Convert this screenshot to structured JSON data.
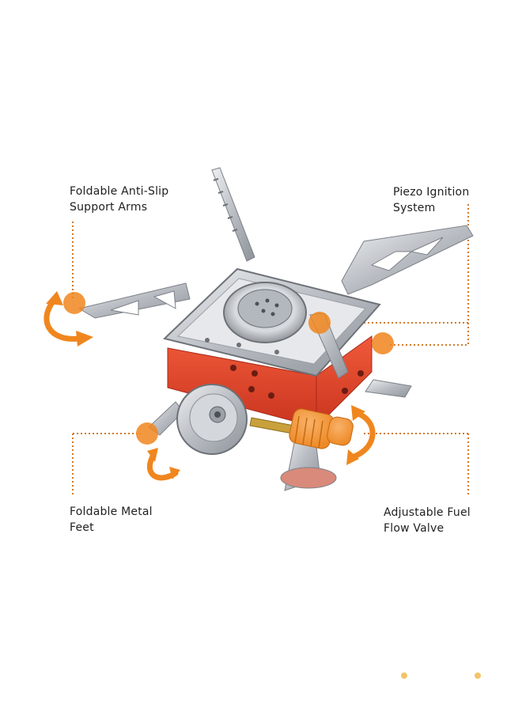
{
  "callouts": {
    "support_arms": {
      "line1": "Foldable Anti-Slip",
      "line2": "Support Arms"
    },
    "piezo": {
      "line1": "Piezo Ignition",
      "line2": "System"
    },
    "feet": {
      "line1": "Foldable Metal",
      "line2": "Feet"
    },
    "valve": {
      "line1": "Adjustable Fuel",
      "line2": "Flow Valve"
    }
  },
  "colors": {
    "accent_orange": "#f0861e",
    "body_red": "#e5432a",
    "steel": "#c9ccd0",
    "dotted_line": "#d27a2a"
  }
}
